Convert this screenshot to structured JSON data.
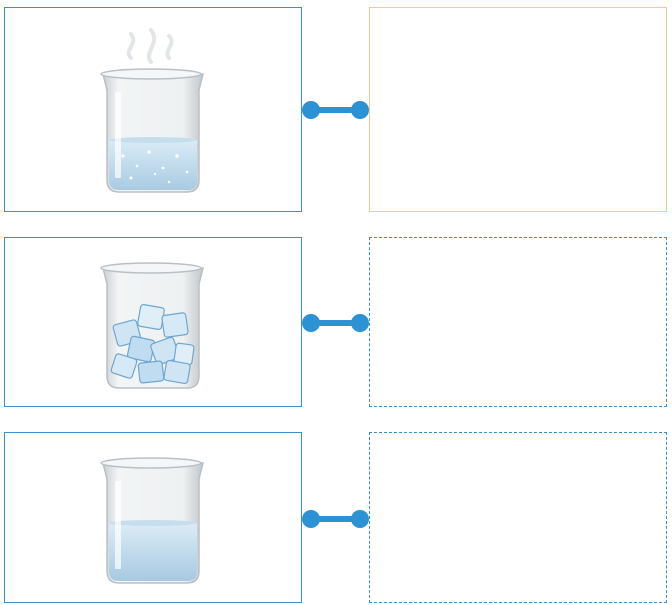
{
  "colors": {
    "card_border": "#3d8fcb",
    "connector": "#2b93d3",
    "active_drop_zone_border": "#f6c88a"
  },
  "rows": [
    {
      "icon": "beaker-boiling-water-icon",
      "drop_zone_state": "active"
    },
    {
      "icon": "beaker-ice-cubes-icon",
      "drop_zone_state": "empty"
    },
    {
      "icon": "beaker-water-icon",
      "drop_zone_state": "empty"
    }
  ]
}
